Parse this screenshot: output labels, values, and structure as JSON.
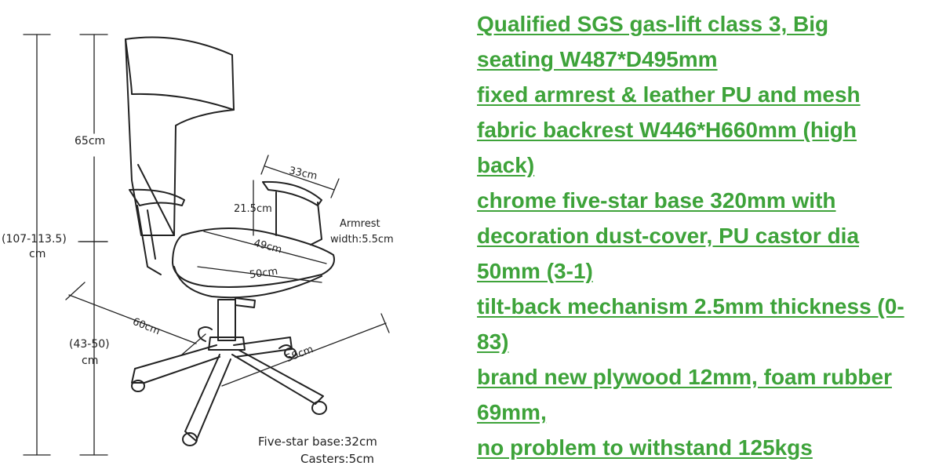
{
  "diagram": {
    "labels": {
      "back_height": "65cm",
      "armrest_length": "33cm",
      "armrest_height": "21.5cm",
      "armrest_width_title": "Armrest",
      "armrest_width": "width:5.5cm",
      "seat_depth": "49cm",
      "seat_width": "50cm",
      "total_height_range": "(107-113.5)",
      "total_height_unit": "cm",
      "seat_height_range": "(43-50)",
      "seat_height_unit": "cm",
      "depth_total": "60cm",
      "base_width": "59cm",
      "five_star_base": "Five-star base:32cm",
      "casters": "Casters:5cm"
    }
  },
  "specs": [
    "Qualified SGS gas-lift class 3, Big",
    "seating W487*D495mm",
    "fixed armrest & leather PU and mesh",
    "fabric backrest W446*H660mm (high",
    "back)",
    "chrome five-star base 320mm with",
    "decoration dust-cover, PU castor dia",
    "50mm (3-1)",
    "tilt-back mechanism 2.5mm thickness (0-",
    "83)",
    "brand new plywood 12mm, foam rubber",
    "69mm,",
    "no problem to withstand 125kgs"
  ],
  "colors": {
    "spec_text": "#3ea33a",
    "line_art": "#222222"
  }
}
